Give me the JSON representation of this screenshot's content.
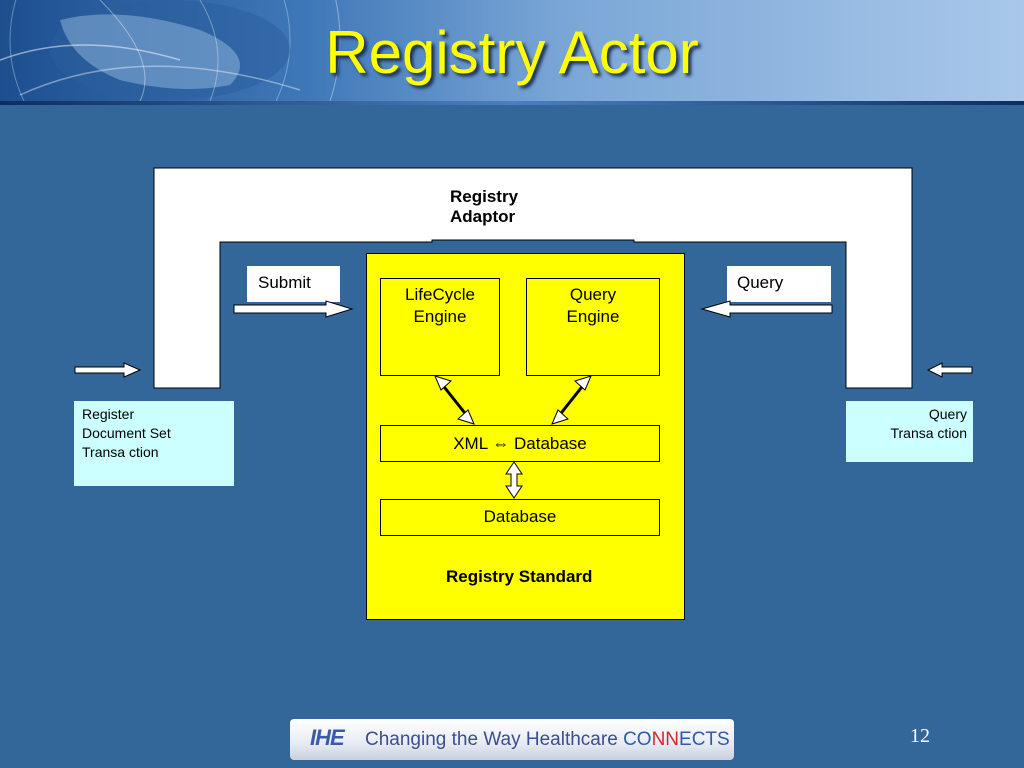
{
  "slide": {
    "title": "Registry Actor",
    "page_number": "12"
  },
  "diagram": {
    "adaptor_label": "Registry Adaptor",
    "submit_label": "Submit",
    "query_label": "Query",
    "standard_label": "Registry Standard",
    "lifecycle_engine": [
      "LifeCycle",
      "Engine"
    ],
    "query_engine": [
      "Query",
      "Engine"
    ],
    "xml_database": "XML ⇔ Database",
    "database": "Database",
    "register_txn": [
      "Register",
      "Document Set",
      "Transa ction"
    ],
    "query_txn": [
      "Query",
      "Transa ction"
    ]
  },
  "footer": {
    "logo_text": "IHE",
    "tagline_prefix": "Changing the Way Healthcare ",
    "tagline_co": "CO",
    "tagline_nn": "NN",
    "tagline_ects": "ECTS"
  },
  "colors": {
    "background": "#336699",
    "title": "#ffff00",
    "standard_box": "#ffff00",
    "transaction_box": "#ccffff"
  }
}
